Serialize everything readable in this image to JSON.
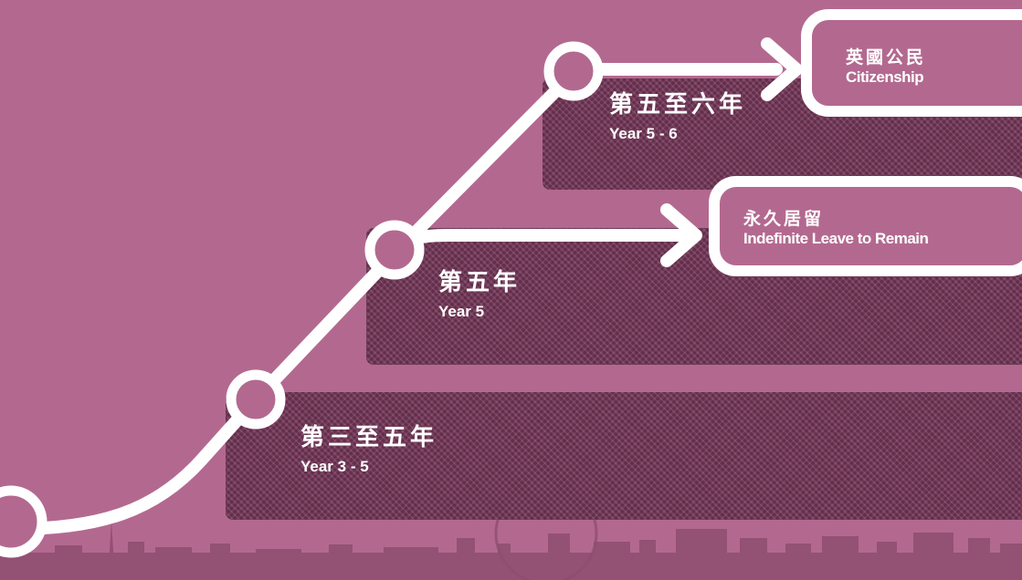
{
  "stages": [
    {
      "zh": "第五至六年",
      "en": "Year 5 - 6"
    },
    {
      "zh": "第五年",
      "en": "Year 5"
    },
    {
      "zh": "第三至五年",
      "en": "Year 3 - 5"
    }
  ],
  "destinations": {
    "citizenship": {
      "zh": "英國公民",
      "en": "Citizenship"
    },
    "ilr": {
      "zh": "永久居留",
      "en": "Indefinite Leave to Remain"
    }
  },
  "colors": {
    "background": "#b3698f",
    "panel": "#7a3a5d",
    "path": "#ffffff"
  }
}
